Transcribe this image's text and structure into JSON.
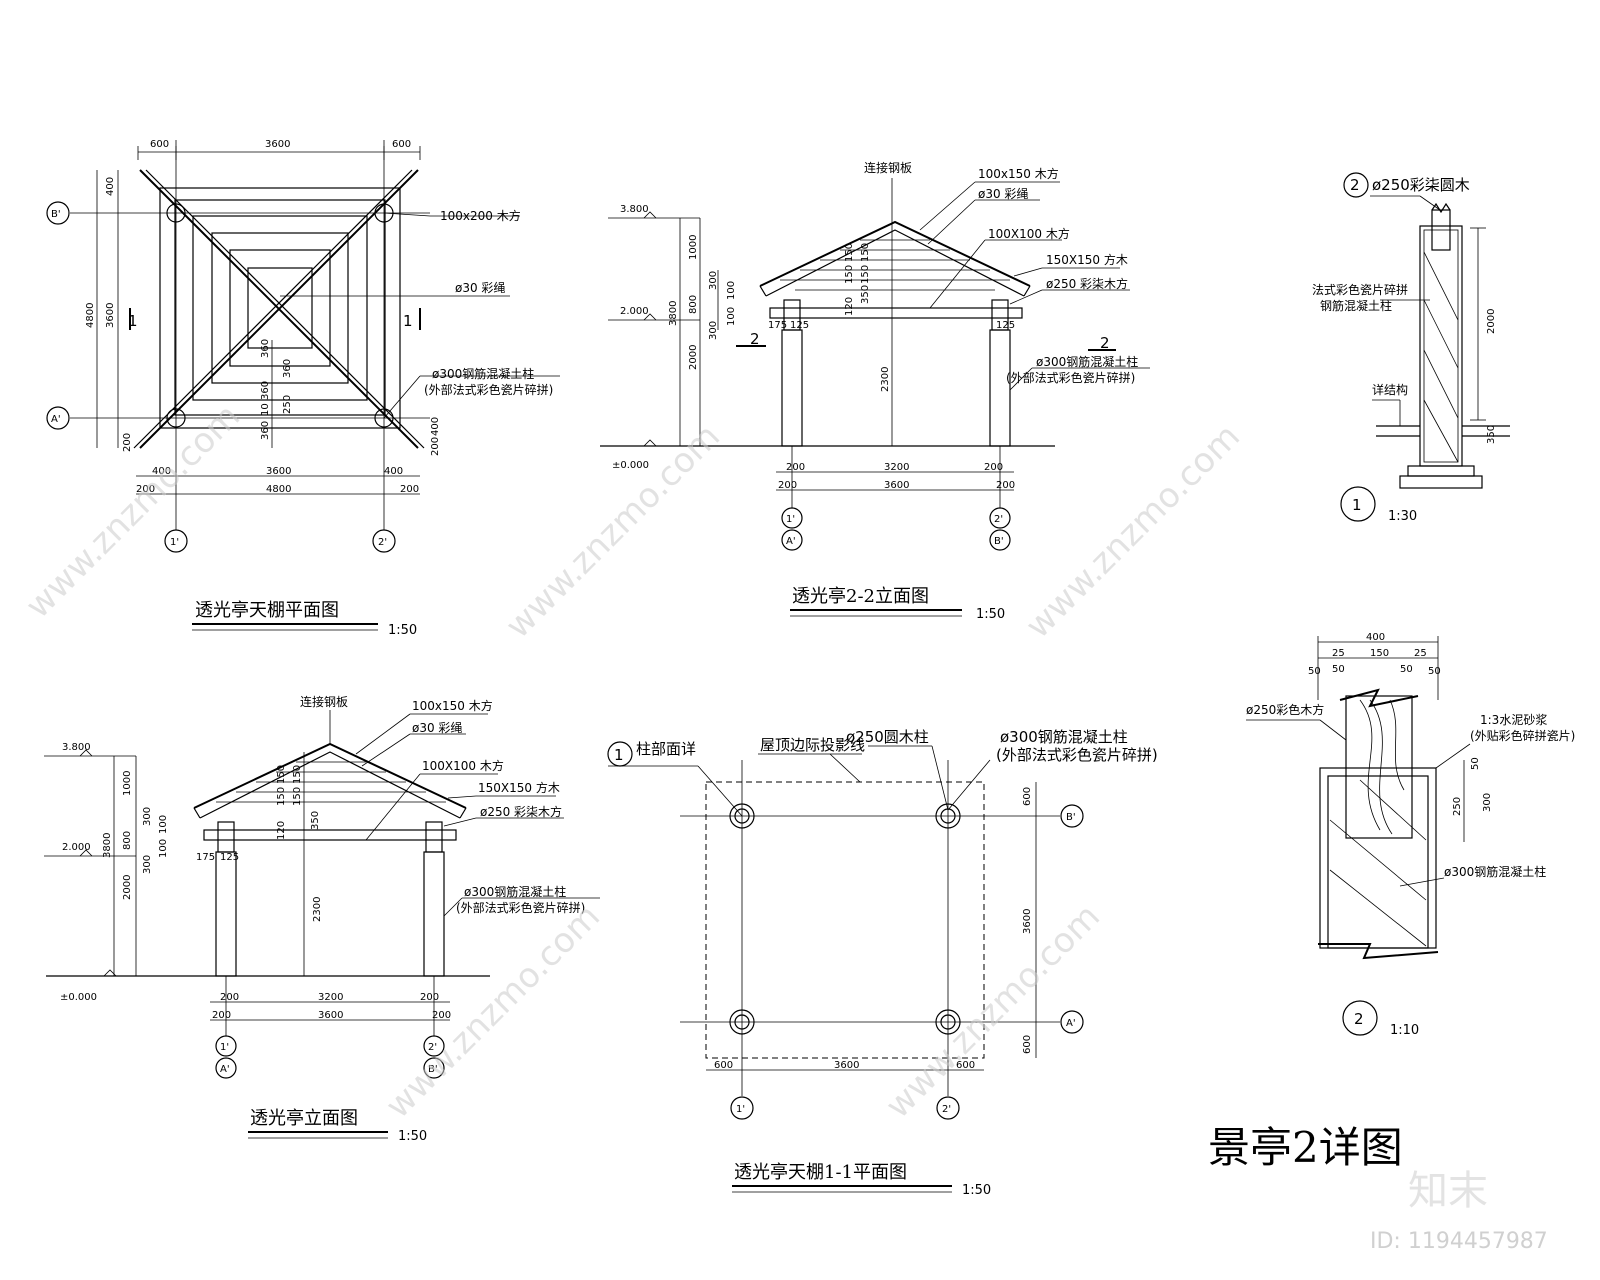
{
  "sheet_title": "景亭2详图",
  "watermark": {
    "site": "www.znzmo.com",
    "logo": "知末",
    "id_label": "ID: 1194457987"
  },
  "views": {
    "plan_canopy": {
      "title": "透光亭天棚平面图",
      "scale": "1:50",
      "dims_top": [
        "600",
        "3600",
        "600"
      ],
      "dims_bottom_1": [
        "400",
        "3600",
        "400"
      ],
      "dims_bottom_2": [
        "200",
        "4800",
        "200"
      ],
      "dims_left": [
        "400",
        "3600",
        "4800",
        "200"
      ],
      "dims_inner": [
        "360",
        "360",
        "360",
        "250",
        "360",
        "10",
        "200",
        "400"
      ],
      "notes": [
        "100x200 木方",
        "ø30 彩绳",
        "ø300钢筋混凝土柱",
        "(外部法式彩色瓷片碎拼)"
      ],
      "axes": [
        "B'",
        "A'",
        "1'",
        "2'"
      ],
      "section_mark": "1"
    },
    "elev_22": {
      "title": "透光亭2-2立面图",
      "scale": "1:50",
      "levels": [
        "3.800",
        "2.000",
        "±0.000"
      ],
      "dims_left": [
        "1000",
        "300",
        "800",
        "300",
        "100",
        "100",
        "3800",
        "2000"
      ],
      "dims_roof": [
        "150",
        "150",
        "150",
        "150",
        "350",
        "120",
        "2300"
      ],
      "dims_bottom_1": [
        "200",
        "3200",
        "200"
      ],
      "dims_bottom_2": [
        "200",
        "3600",
        "200"
      ],
      "dims_col": [
        "175",
        "125",
        "125"
      ],
      "notes": [
        "连接钢板",
        "100x150 木方",
        "ø30 彩绳",
        "100X100 木方",
        "150X150 方木",
        "ø250 彩柒木方",
        "ø300钢筋混凝土柱",
        "(外部法式彩色瓷片碎拼)"
      ],
      "axes": [
        "1'",
        "A'",
        "2'",
        "B'"
      ],
      "section_mark": "2"
    },
    "elev": {
      "title": "透光亭立面图",
      "scale": "1:50",
      "levels": [
        "3.800",
        "2.000",
        "±0.000"
      ],
      "dims_left": [
        "1000",
        "300",
        "800",
        "300",
        "100",
        "100",
        "3800",
        "2000"
      ],
      "dims_roof": [
        "150",
        "150",
        "150",
        "150",
        "350",
        "120",
        "2300"
      ],
      "dims_bottom_1": [
        "200",
        "3200",
        "200"
      ],
      "dims_bottom_2": [
        "200",
        "3600",
        "200"
      ],
      "dims_col": [
        "175",
        "125"
      ],
      "notes": [
        "连接钢板",
        "100x150 木方",
        "ø30 彩绳",
        "100X100 木方",
        "150X150 方木",
        "ø250 彩柒木方",
        "ø300钢筋混凝土柱",
        "(外部法式彩色瓷片碎拼)"
      ],
      "axes": [
        "1'",
        "A'",
        "2'",
        "B'"
      ]
    },
    "plan_11": {
      "title": "透光亭天棚1-1平面图",
      "scale": "1:50",
      "dims_bottom": [
        "600",
        "3600",
        "600"
      ],
      "dims_right": [
        "600",
        "3600",
        "600"
      ],
      "notes": [
        "柱部面详",
        "屋顶边际投影线",
        "ø250圆木柱",
        "ø300钢筋混凝土柱",
        "(外部法式彩色瓷片碎拼)"
      ],
      "axes": [
        "B'",
        "A'",
        "1'",
        "2'"
      ],
      "detail_mark": "1"
    },
    "detail_1": {
      "mark": "1",
      "scale": "1:30",
      "label_mark": "2",
      "notes": [
        "ø250彩柒圆木",
        "法式彩色瓷片碎拼",
        "钢筋混凝土柱",
        "详结构"
      ],
      "dims": [
        "2000",
        "350"
      ]
    },
    "detail_2": {
      "mark": "2",
      "scale": "1:10",
      "dims_top": [
        "400",
        "25",
        "150",
        "25",
        "50",
        "50",
        "50",
        "50"
      ],
      "dims_side": [
        "50",
        "300",
        "250"
      ],
      "notes": [
        "ø250彩色木方",
        "1:3水泥砂浆",
        "(外贴彩色碎拼瓷片)",
        "ø300钢筋混凝土柱"
      ]
    }
  }
}
